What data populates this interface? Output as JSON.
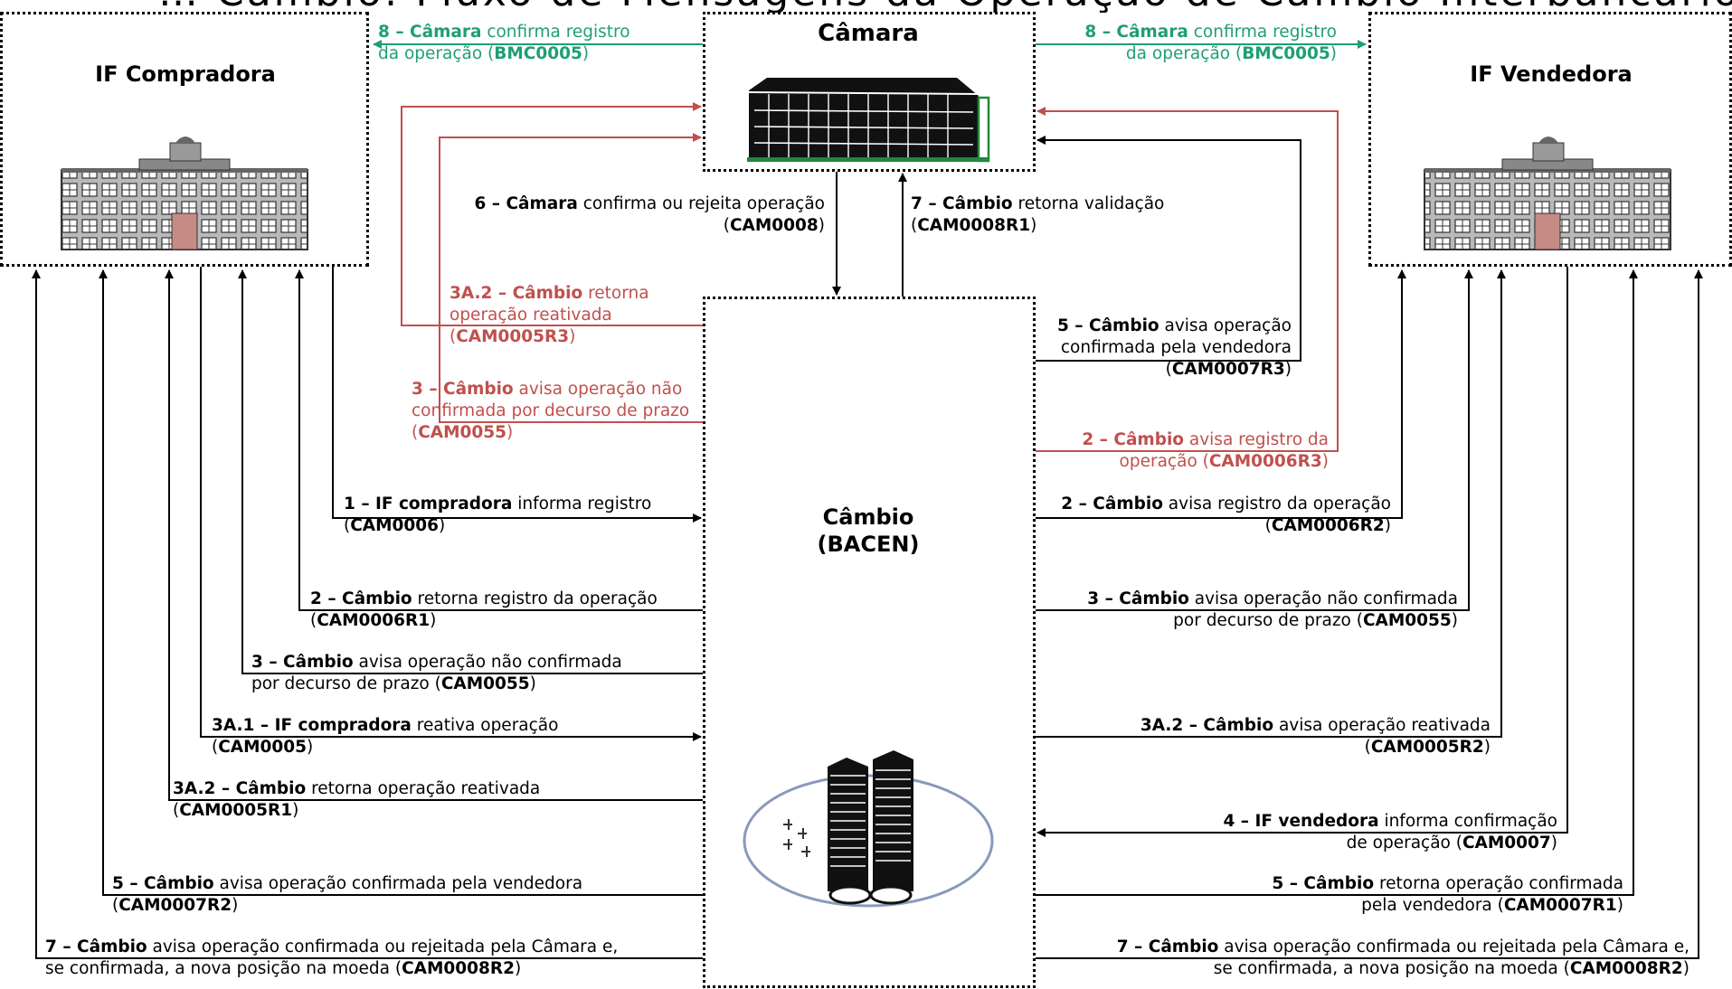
{
  "header_partial_text": "… Cambio: Fluxo de Mensagens da Operação de Câmbio Interbancário …",
  "boxes": {
    "buyer": "IF Compradora",
    "seller": "IF Vendedora",
    "camara": "Câmara",
    "cambio": [
      "Câmbio",
      "(BACEN)"
    ]
  },
  "messages": {
    "m8_left": [
      {
        "b": "8 – Câmara",
        "t": " confirma registro"
      },
      {
        "b": "",
        "t": "da operação ("
      },
      {
        "b": "BMC0005",
        "t": ")"
      }
    ],
    "m8_right": [
      {
        "b": "8 – Câmara",
        "t": " confirma registro"
      },
      {
        "b": "",
        "t": "da operação ("
      },
      {
        "b": "BMC0005",
        "t": ")"
      }
    ],
    "m6": [
      {
        "b": "6 – Câmara",
        "t": " confirma ou rejeita operação"
      },
      {
        "b": "",
        "t": "("
      },
      {
        "b": "CAM0008",
        "t": ")"
      }
    ],
    "m7_top": [
      {
        "b": "7 – Câmbio",
        "t": " retorna validação"
      },
      {
        "b": "",
        "t": "("
      },
      {
        "b": "CAM0008R1",
        "t": ")"
      }
    ],
    "m3a2_red": [
      {
        "b": "3A.2 – Câmbio",
        "t": " retorna"
      },
      {
        "b": "",
        "t": "operação reativada"
      },
      {
        "b": "",
        "t": "("
      },
      {
        "b": "CAM0005R3",
        "t": ")"
      }
    ],
    "m3_red": [
      {
        "b": "3 – Câmbio",
        "t": " avisa operação não"
      },
      {
        "b": "",
        "t": "confirmada por decurso de prazo"
      },
      {
        "b": "",
        "t": "("
      },
      {
        "b": "CAM0055",
        "t": ")"
      }
    ],
    "m5_seller_camara": [
      {
        "b": "5 – Câmbio",
        "t": " avisa operação"
      },
      {
        "b": "",
        "t": "confirmada pela vendedora"
      },
      {
        "b": "",
        "t": "("
      },
      {
        "b": "CAM0007R3",
        "t": ")"
      }
    ],
    "m2_red": [
      {
        "b": "2 – Câmbio",
        "t": " avisa registro da"
      },
      {
        "b": "",
        "t": "operação ("
      },
      {
        "b": "CAM0006R3",
        "t": ")"
      }
    ],
    "b1": [
      {
        "b": "1 – IF compradora",
        "t": " informa registro"
      },
      {
        "b": "",
        "t": "("
      },
      {
        "b": "CAM0006",
        "t": ")"
      }
    ],
    "b2": [
      {
        "b": "2 – Câmbio",
        "t": " retorna registro da operação"
      },
      {
        "b": "",
        "t": "("
      },
      {
        "b": "CAM0006R1",
        "t": ")"
      }
    ],
    "b3": [
      {
        "b": "3 – Câmbio",
        "t": " avisa operação não confirmada"
      },
      {
        "b": "",
        "t": "por decurso de prazo ("
      },
      {
        "b": "CAM0055",
        "t": ")"
      }
    ],
    "b3a1": [
      {
        "b": "3A.1 – IF compradora",
        "t": " reativa operação"
      },
      {
        "b": "",
        "t": "("
      },
      {
        "b": "CAM0005",
        "t": ")"
      }
    ],
    "b3a2": [
      {
        "b": "3A.2 – Câmbio",
        "t": " retorna operação reativada"
      },
      {
        "b": "",
        "t": "("
      },
      {
        "b": "CAM0005R1",
        "t": ")"
      }
    ],
    "b5": [
      {
        "b": "5 – Câmbio",
        "t": " avisa operação confirmada pela vendedora"
      },
      {
        "b": "",
        "t": "("
      },
      {
        "b": "CAM0007R2",
        "t": ")"
      }
    ],
    "b7": [
      {
        "b": "7 – Câmbio",
        "t": " avisa operação confirmada ou rejeitada pela Câmara e,"
      },
      {
        "b": "",
        "t": "se confirmada, a nova posição na moeda ("
      },
      {
        "b": "CAM0008R2",
        "t": ")"
      }
    ],
    "s2": [
      {
        "b": "2 – Câmbio",
        "t": " avisa registro da operação"
      },
      {
        "b": "",
        "t": "("
      },
      {
        "b": "CAM0006R2",
        "t": ")"
      }
    ],
    "s3": [
      {
        "b": "3 – Câmbio",
        "t": " avisa operação não confirmada"
      },
      {
        "b": "",
        "t": "por decurso de prazo ("
      },
      {
        "b": "CAM0055",
        "t": ")"
      }
    ],
    "s3a2": [
      {
        "b": "3A.2 – Câmbio",
        "t": " avisa operação reativada"
      },
      {
        "b": "",
        "t": "("
      },
      {
        "b": "CAM0005R2",
        "t": ")"
      }
    ],
    "s4": [
      {
        "b": "4 – IF vendedora",
        "t": " informa confirmação"
      },
      {
        "b": "",
        "t": "de operação ("
      },
      {
        "b": "CAM0007",
        "t": ")"
      }
    ],
    "s5": [
      {
        "b": "5 – Câmbio",
        "t": " retorna operação confirmada"
      },
      {
        "b": "",
        "t": "pela vendedora ("
      },
      {
        "b": "CAM0007R1",
        "t": ")"
      }
    ],
    "s7": [
      {
        "b": "7 – Câmbio",
        "t": " avisa operação confirmada ou rejeitada pela Câmara e,"
      },
      {
        "b": "",
        "t": "se confirmada, a nova posição na moeda ("
      },
      {
        "b": "CAM0008R2",
        "t": ")"
      }
    ]
  },
  "colors": {
    "black": "#000000",
    "red": "#c0504d",
    "green": "#1f9e74",
    "ellipse": "#8899bb"
  },
  "icons": [
    "bank-building-icon",
    "camara-building-icon",
    "bacen-tower-icon"
  ]
}
